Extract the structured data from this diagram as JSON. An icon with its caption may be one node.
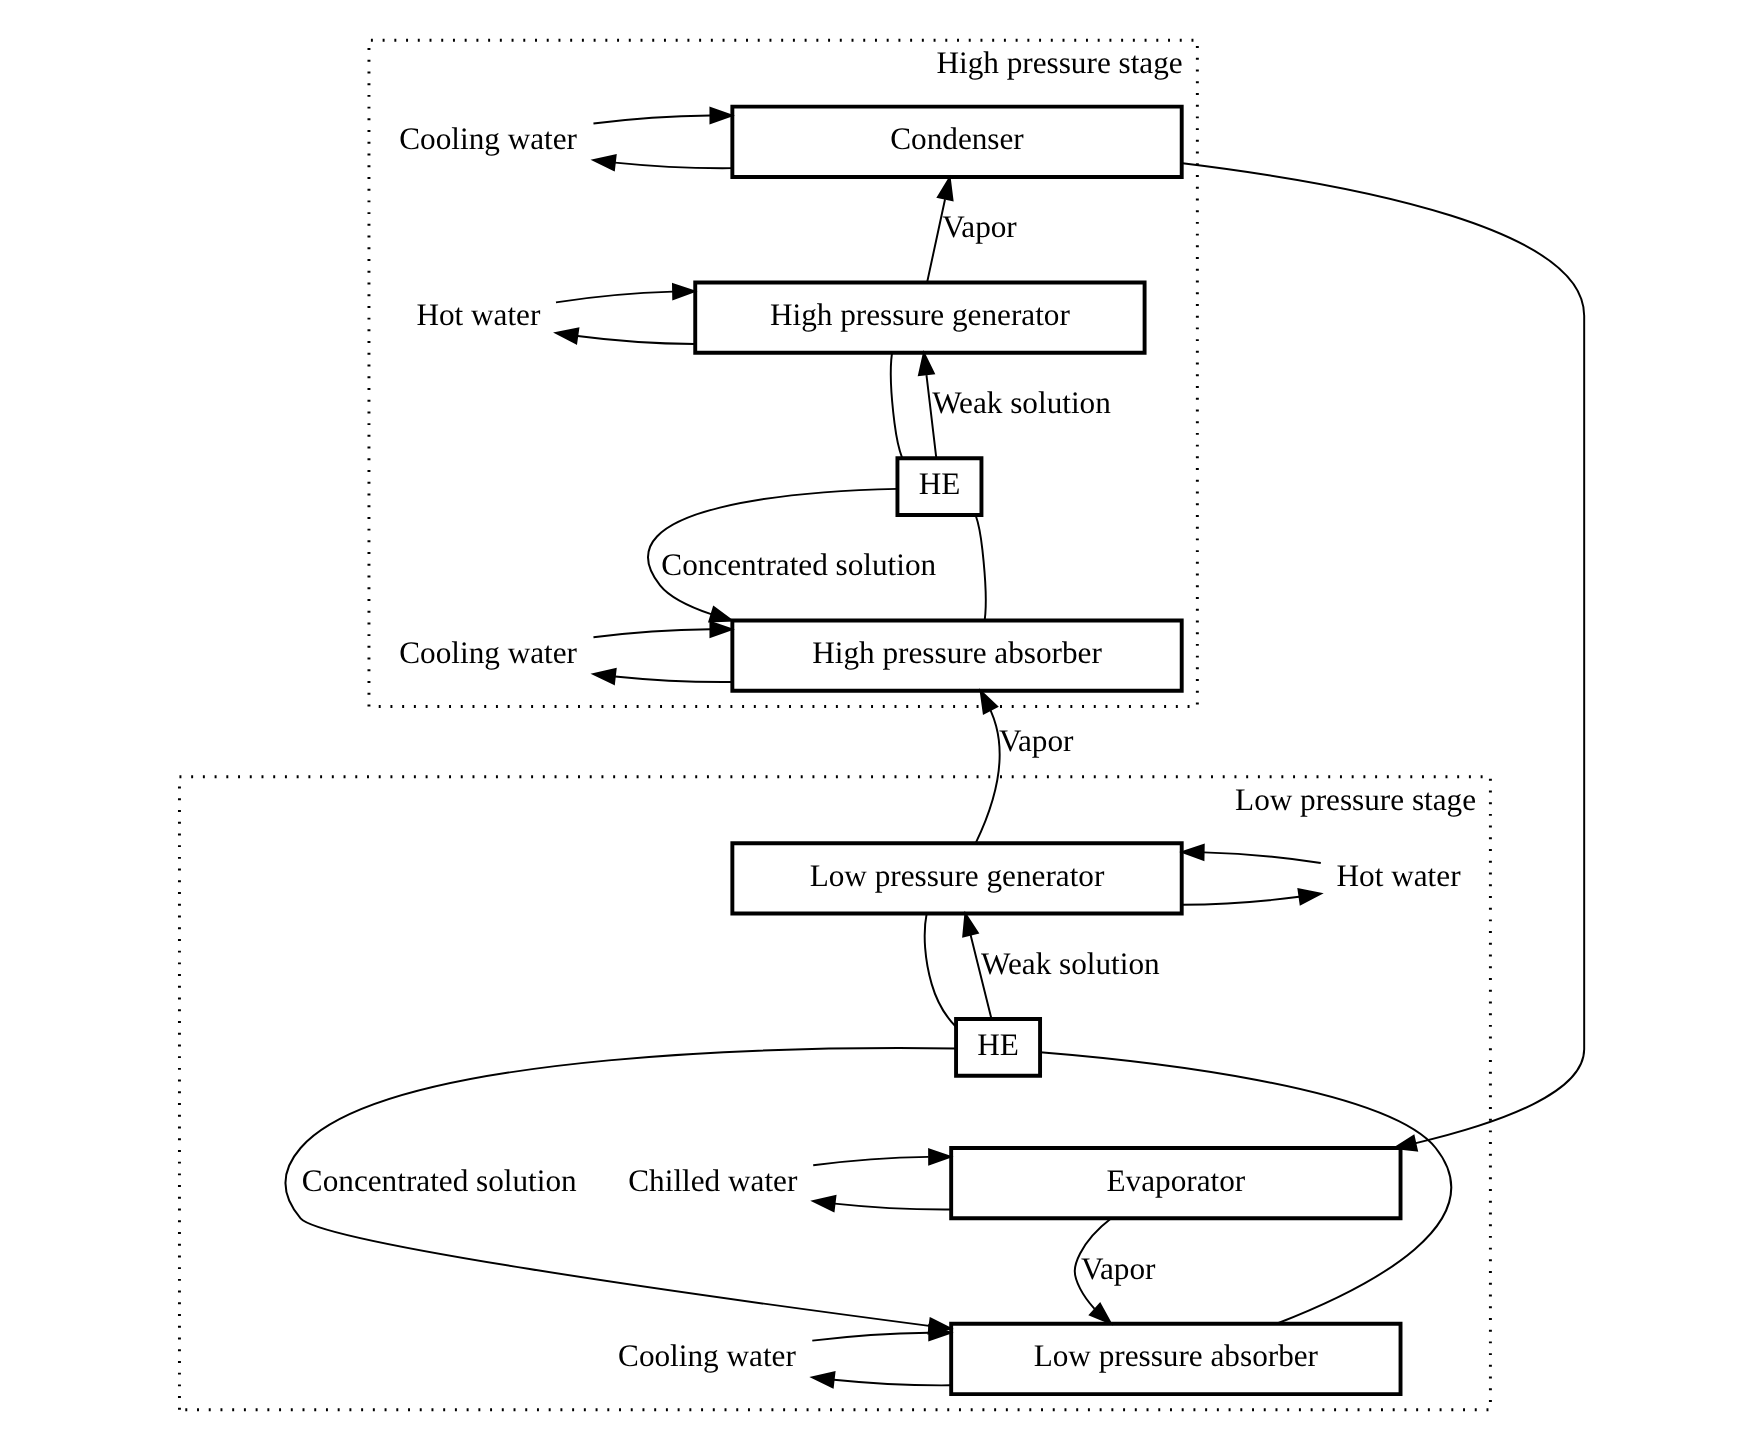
{
  "diagram": {
    "nodes": [
      {
        "text": [
          "High pressure stage"
        ]
      },
      {
        "text": [
          "Condenser"
        ],
        "in": 0
      },
      {
        "text": [
          "Cooling water"
        ],
        "in": 0
      },
      {
        "text": [
          "Hot water"
        ],
        "in": 0
      },
      {
        "text": [
          "High pressure generator"
        ],
        "in": 0
      },
      {
        "text": [
          "HE"
        ],
        "in": 0
      },
      {
        "text": [
          "Cooling water"
        ],
        "in": 0
      },
      {
        "text": [
          "High pressure absorber"
        ],
        "in": 0
      },
      {
        "text": [
          "Low pressure stage"
        ]
      },
      {
        "text": [
          "Hot water"
        ],
        "in": 8
      },
      {
        "text": [
          "Low pressure generator"
        ],
        "in": 8
      },
      {
        "text": [
          "HE"
        ],
        "in": 8
      },
      {
        "text": [
          "Chilled water"
        ],
        "in": 8
      },
      {
        "text": [
          "Evaporator"
        ],
        "in": 8
      },
      {
        "text": [
          "Cooling water"
        ],
        "in": 8
      },
      {
        "text": [
          "Low pressure absorber"
        ],
        "in": 8
      }
    ],
    "edges": [
      {
        "from": 1,
        "to": 2,
        "arrow": "to"
      },
      {
        "from": 2,
        "to": 1,
        "arrow": "to"
      },
      {
        "from": 4,
        "to": 3,
        "arrow": "to"
      },
      {
        "from": 3,
        "to": 4,
        "arrow": "to"
      },
      {
        "from": 4,
        "to": 1,
        "arrow": "to",
        "label": "Vapor"
      },
      {
        "from": 4,
        "to": 5,
        "arrow": "none"
      },
      {
        "from": 5,
        "to": 7,
        "arrow": "to",
        "label": "Concentrated solution"
      },
      {
        "from": 7,
        "to": 5,
        "arrow": "none"
      },
      {
        "from": 5,
        "to": 4,
        "arrow": "to",
        "label": "Weak solution"
      },
      {
        "from": 7,
        "to": 6,
        "arrow": "to"
      },
      {
        "from": 6,
        "to": 7,
        "arrow": "to"
      },
      {
        "from": 10,
        "to": 7,
        "arrow": "to",
        "label": "Vapor"
      },
      {
        "from": 1,
        "to": 13,
        "arrow": "to"
      },
      {
        "from": 10,
        "to": 9,
        "arrow": "to"
      },
      {
        "from": 9,
        "to": 10,
        "arrow": "to"
      },
      {
        "from": 10,
        "to": 11,
        "arrow": "none"
      },
      {
        "from": 11,
        "to": 15,
        "arrow": "to",
        "label": "Concentrated solution"
      },
      {
        "from": 15,
        "to": 11,
        "arrow": "none"
      },
      {
        "from": 11,
        "to": 10,
        "arrow": "to",
        "label": "Weak solution"
      },
      {
        "from": 13,
        "to": 12,
        "arrow": "to"
      },
      {
        "from": 12,
        "to": 13,
        "arrow": "to"
      },
      {
        "from": 13,
        "to": 15,
        "arrow": "to",
        "label": "Vapor"
      },
      {
        "from": 15,
        "to": 14,
        "arrow": "to"
      },
      {
        "from": 14,
        "to": 15,
        "arrow": "to"
      }
    ]
  }
}
